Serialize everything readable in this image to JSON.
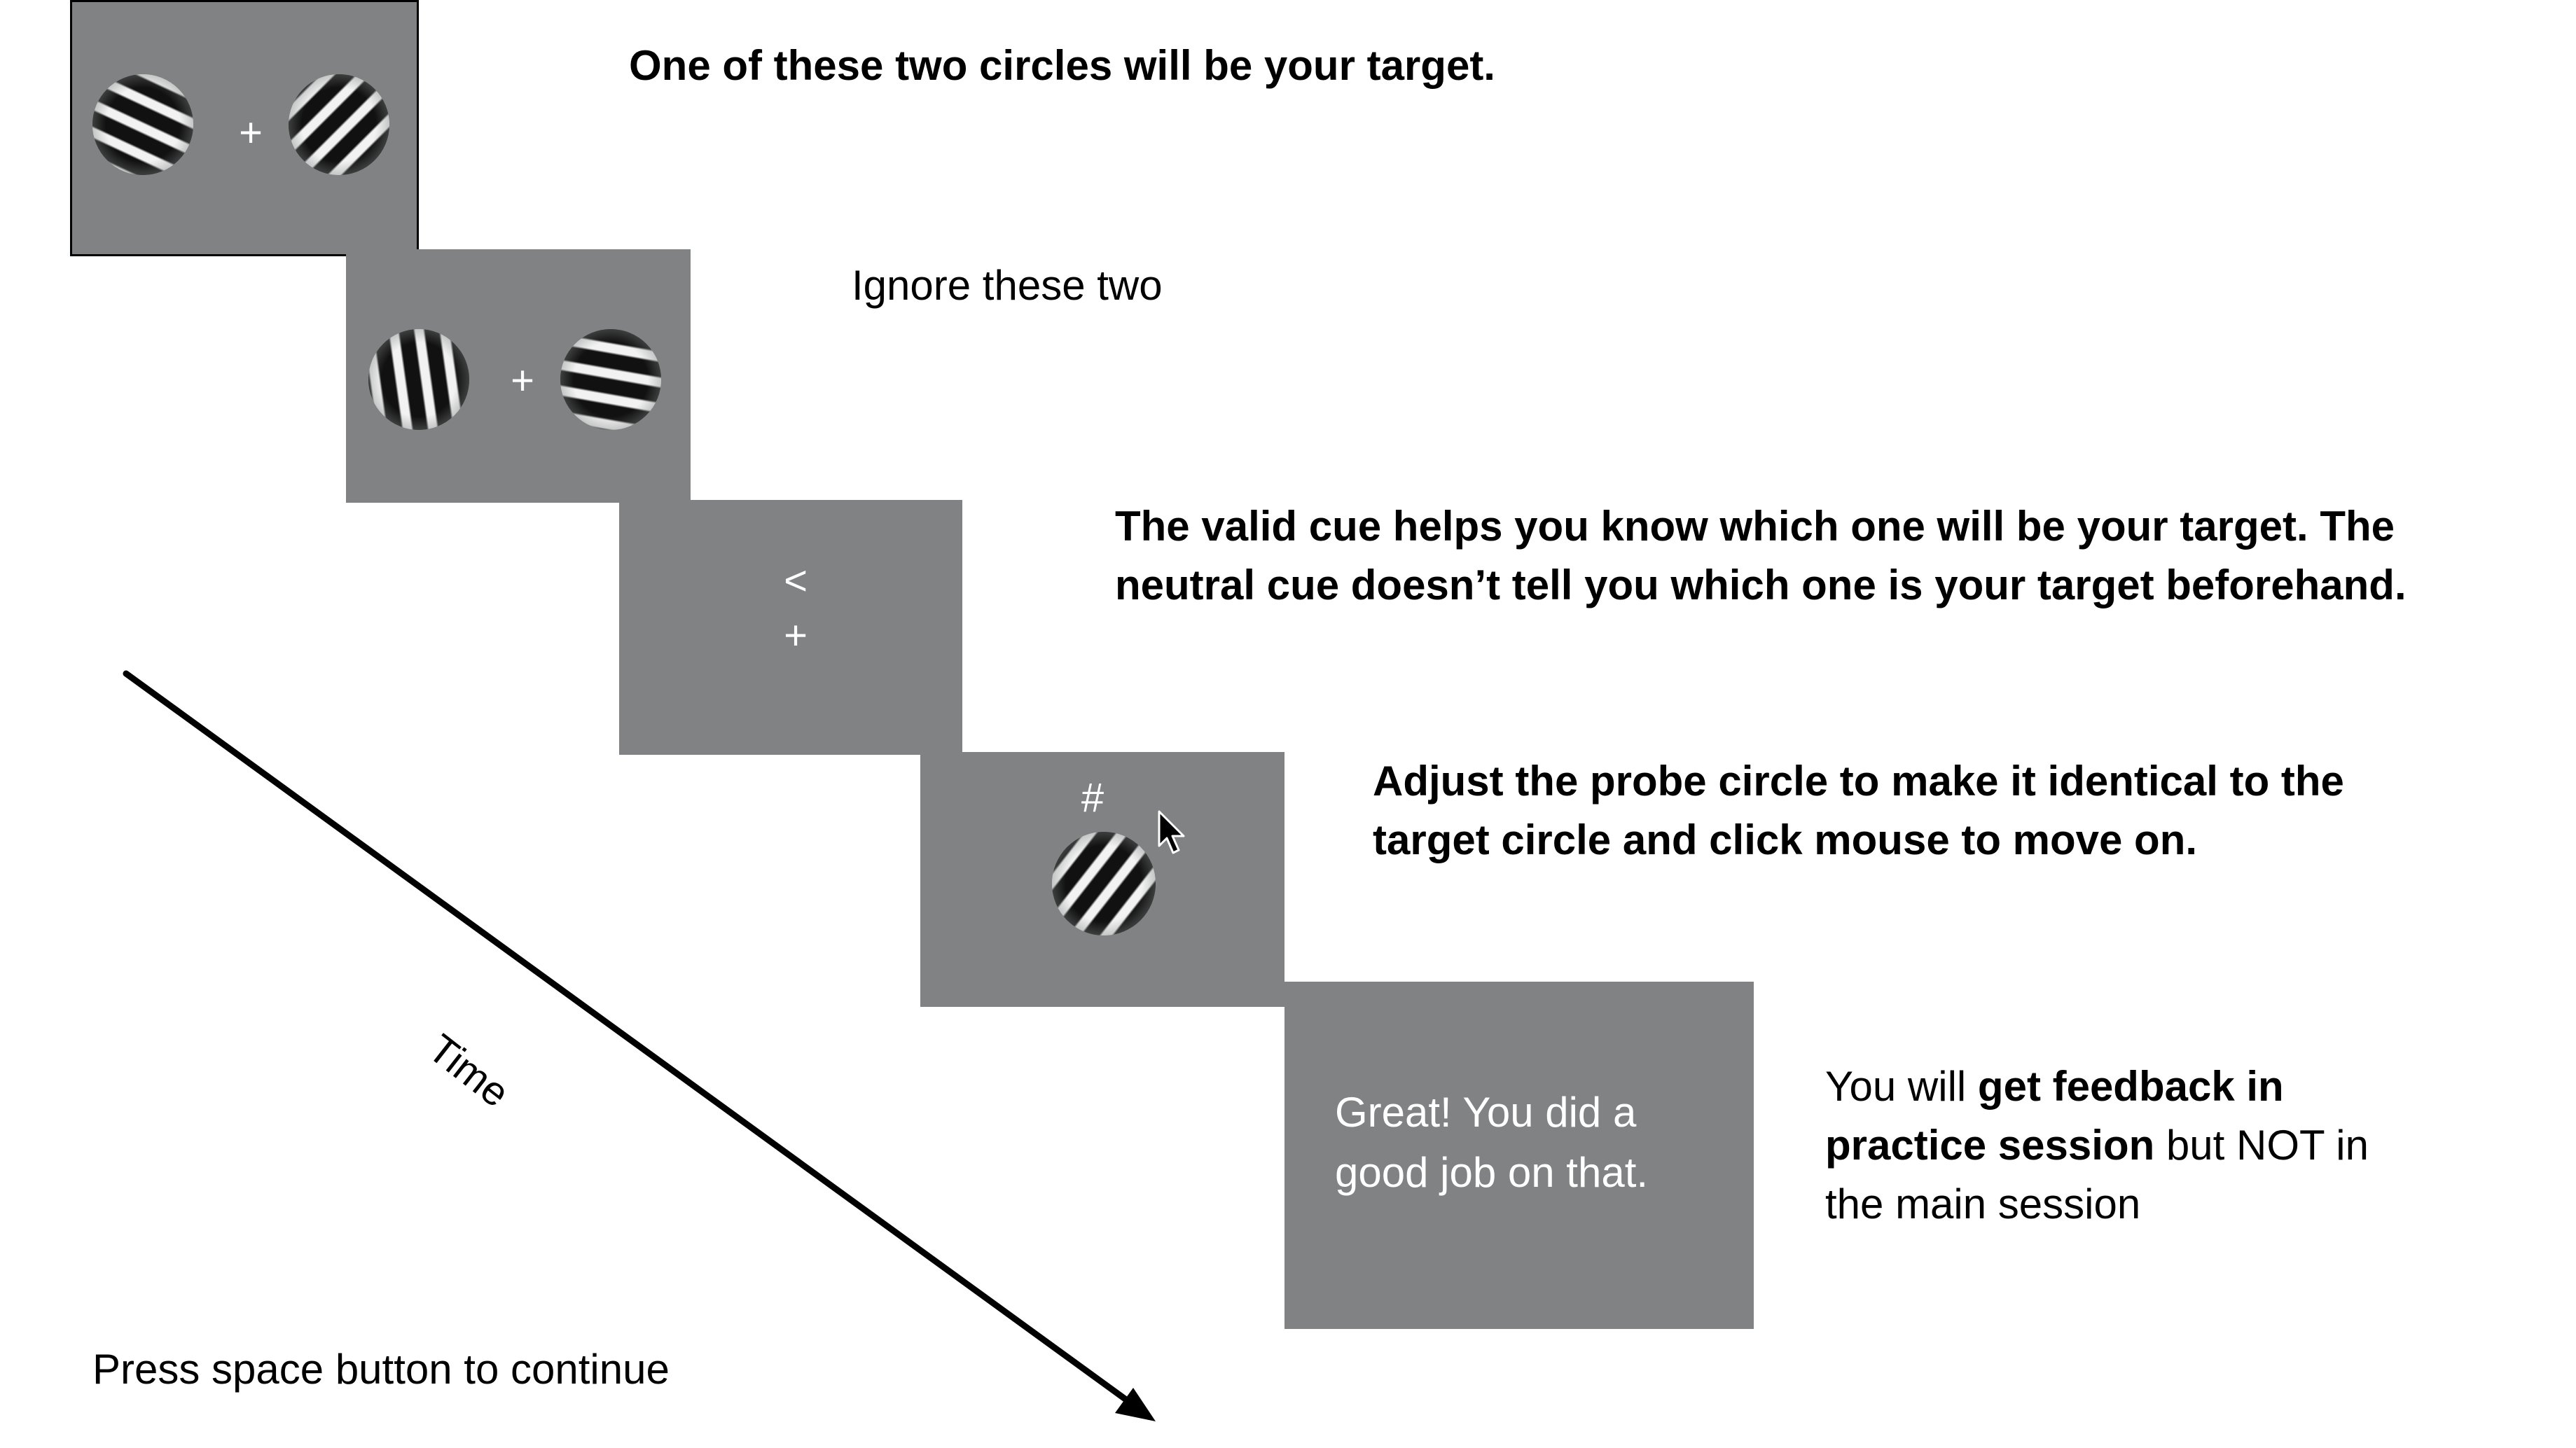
{
  "frames": [
    {
      "caption": "One of these two circles will be your target.",
      "fixation": "+"
    },
    {
      "caption": "Ignore these two",
      "fixation": "+"
    },
    {
      "caption_line1": "The valid cue helps you know which one will be your target. The",
      "caption_line2": "neutral cue doesn’t tell you which one is your target beforehand.",
      "cue": "<",
      "fixation": "+"
    },
    {
      "caption_line1": "Adjust the probe circle to make it identical to the",
      "caption_line2": "target circle and click mouse to move on.",
      "cue": "#"
    },
    {
      "message_line1": "Great! You did a",
      "message_line2": "good job on that.",
      "caption_part1": "You will ",
      "caption_bold1": "get feedback in",
      "caption_bold2": "practice session",
      "caption_part2": " but NOT in",
      "caption_line3": "the main session"
    }
  ],
  "time_label": "Time",
  "footer": "Press space button to continue",
  "colors": {
    "panel": "#808283",
    "text_on_panel": "#ffffff",
    "arrow": "#000000"
  }
}
